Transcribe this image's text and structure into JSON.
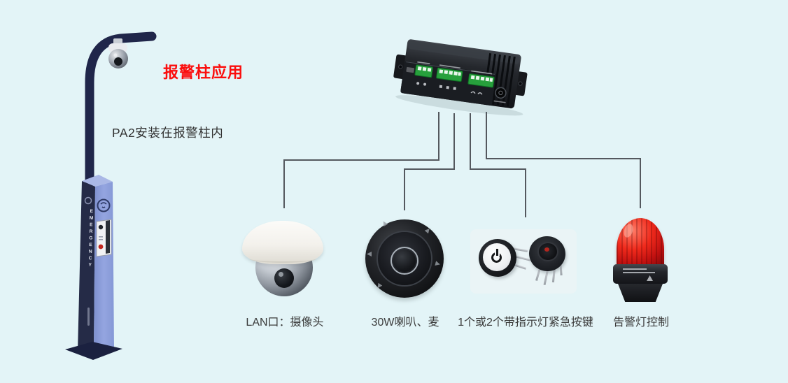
{
  "title": "报警柱应用",
  "subtitle": "PA2安装在报警柱内",
  "pillar": {
    "emergency_label": "EMERGENCY",
    "icons": [
      "pillar-logo-icon",
      "pillar-handset-icon",
      "panel-camera-icon",
      "panel-call-button",
      "panel-speaker-slot"
    ]
  },
  "device": {
    "name": "pa2-control-box",
    "icons": [
      "terminal-block-icon",
      "power-jack-icon"
    ]
  },
  "items": [
    {
      "name": "dome-camera",
      "label": "LAN口：摄像头"
    },
    {
      "name": "speaker",
      "label": "30W喇叭、麦"
    },
    {
      "name": "emergency-buttons",
      "label": "1个或2个带指示灯紧急按键"
    },
    {
      "name": "alarm-beacon",
      "label": "告警灯控制"
    }
  ],
  "colors": {
    "background": "#e3f4f7",
    "title_red": "#fb0d0d",
    "caption_text": "#3b3b3b",
    "connector_line": "#54585e",
    "pillar_dark": "#252b47",
    "pillar_light": "#8fa0d8",
    "terminal_green": "#27a03c",
    "beacon_red": "#e01818"
  }
}
